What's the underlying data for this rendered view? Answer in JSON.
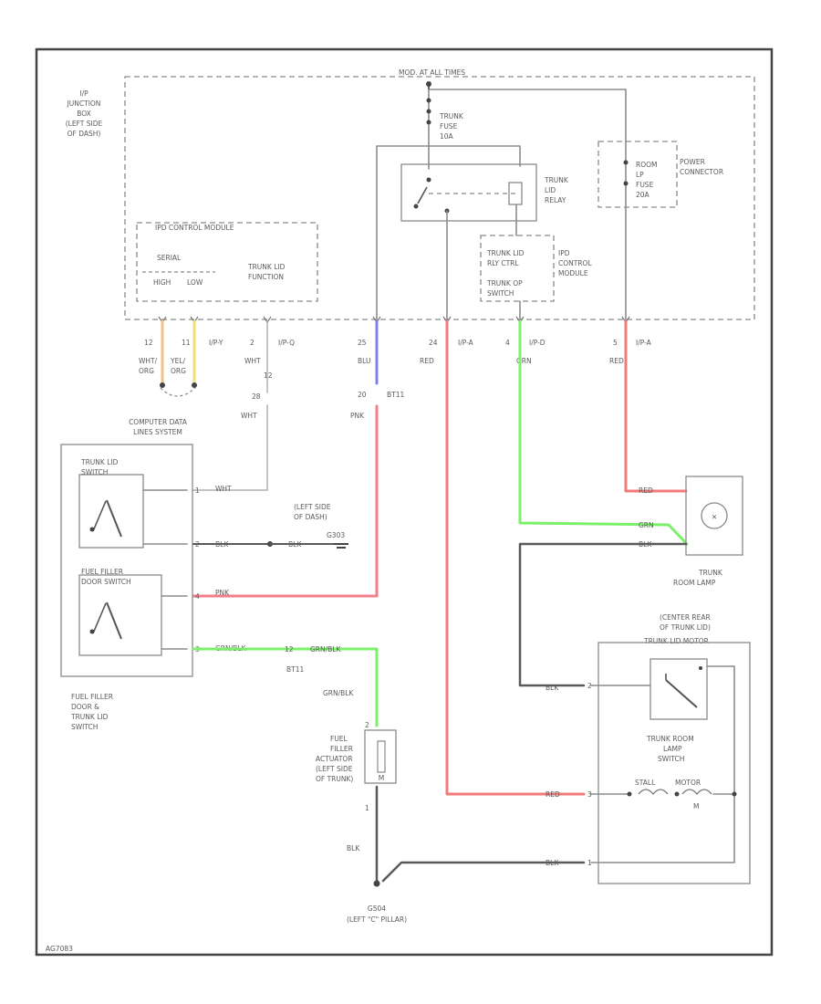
{
  "diagram": {
    "header": "MOD. AT ALL TIMES",
    "footer_id": "AG7083",
    "junction_box": [
      "I/P",
      "JUNCTION",
      "BOX",
      "(LEFT SIDE",
      "OF DASH)"
    ],
    "fuse": [
      "TRUNK",
      "FUSE",
      "10A"
    ],
    "relay": [
      "TRUNK",
      "LID",
      "RELAY"
    ],
    "power_connector": [
      "POWER",
      "CONNECTOR"
    ],
    "room_lp_fuse": [
      "ROOM",
      "LP",
      "FUSE",
      "20A"
    ],
    "ipd_module_top": "IPD CONTROL MODULE",
    "serial_label": "SERIAL",
    "high_label": "HIGH",
    "low_label": "LOW",
    "trunk_lid_function": [
      "TRUNK LID",
      "FUNCTION"
    ],
    "relay_ctrl": [
      "TRUNK LID",
      "RLY CTRL"
    ],
    "trunk_op_switch": [
      "TRUNK OP",
      "SWITCH"
    ],
    "ipd_module_side": [
      "IPD",
      "CONTROL",
      "MODULE"
    ],
    "pins": {
      "p12": "12",
      "p11": "11",
      "ipy": "I/P-Y",
      "p2": "2",
      "ipq": "I/P-Q",
      "p12b": "12",
      "p28": "28",
      "p25": "25",
      "p20": "20",
      "bt11": "BT11",
      "p24": "24",
      "ipa1": "I/P-A",
      "p4": "4",
      "ipd": "I/P-D",
      "p5": "5",
      "ipa2": "I/P-A"
    },
    "wire_colors": {
      "wht_org": [
        "WHT/",
        "ORG"
      ],
      "yel_org": [
        "YEL/",
        "ORG"
      ],
      "wht": "WHT",
      "blu": "BLU",
      "red1": "RED",
      "grn": "GRN",
      "red2": "RED",
      "pnk": "PNK"
    },
    "computer_data": [
      "COMPUTER DATA",
      "LINES SYSTEM"
    ],
    "trunk_lid_switch": [
      "TRUNK LID",
      "SWITCH"
    ],
    "fuel_filler_door_switch": [
      "FUEL FILLER",
      "DOOR SWITCH"
    ],
    "switch_assy": [
      "FUEL FILLER",
      "DOOR &",
      "TRUNK LID",
      "SWITCH"
    ],
    "sw_pins": [
      "1",
      "2",
      "4",
      "3"
    ],
    "sw_wires": [
      "WHT",
      "BLK",
      "PNK",
      "GRN/BLK"
    ],
    "ground1_wire": "BLK",
    "ground1": [
      "(LEFT SIDE",
      "OF DASH)",
      "G303"
    ],
    "grn_blk_mid": [
      "GRN/BLK"
    ],
    "bt11b": "BT11",
    "grn_blk_vert": "GRN/BLK",
    "actuator": [
      "FUEL",
      "FILLER",
      "ACTUATOR",
      "(LEFT SIDE",
      "OF TRUNK)"
    ],
    "actuator_body": "M",
    "actuator_pins": [
      "2",
      "1"
    ],
    "blk_vert": "BLK",
    "ground2": [
      "G504",
      "(LEFT \"C\" PILLAR)"
    ],
    "lamp_wires": [
      "RED",
      "GRN",
      "BLK"
    ],
    "trunk_room_lamp": [
      "TRUNK",
      "ROOM LAMP"
    ],
    "center_rear": [
      "(CENTER REAR",
      "OF TRUNK LID)"
    ],
    "trunk_lid_motor": "TRUNK LID MOTOR",
    "room_lamp_switch": [
      "TRUNK ROOM",
      "LAMP",
      "SWITCH"
    ],
    "motor_label": "MOTOR",
    "stall_label": "STALL",
    "motor_symbol": "M",
    "motor_pins": [
      "2",
      "3",
      "1"
    ],
    "motor_wires": [
      "BLK",
      "RED",
      "BLK"
    ]
  }
}
